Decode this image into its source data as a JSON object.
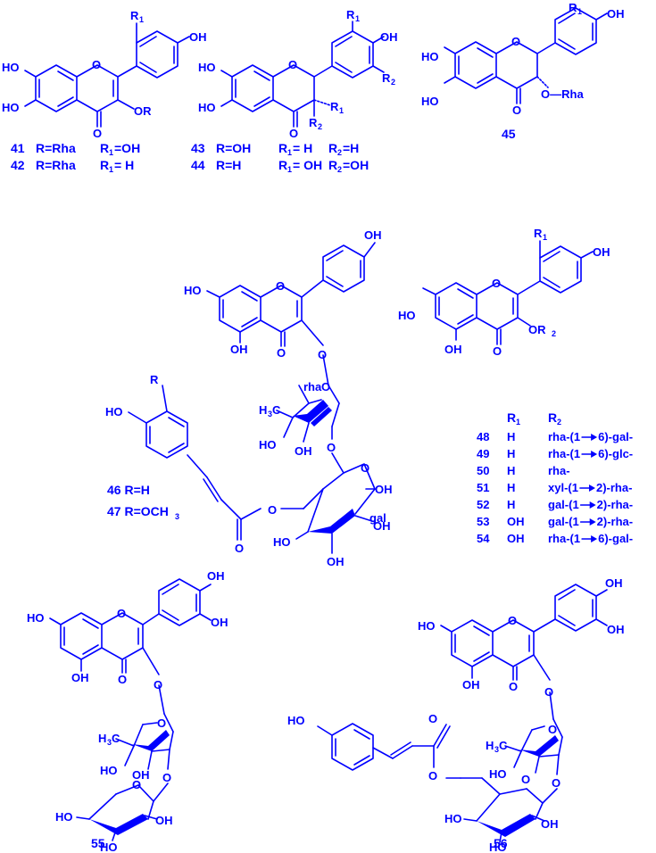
{
  "atoms": {
    "oh": "OH",
    "ho": "HO",
    "o": "O",
    "or": "OR",
    "or2": "OR",
    "r1": "R",
    "r2": "R",
    "r": "R",
    "one": "1",
    "two": "2",
    "three": "3",
    "h3c": "H",
    "c": "C",
    "ch3": "H",
    "o_rha": "O—Rha",
    "rha_label": "rha",
    "gal_label": "gal"
  },
  "compounds": {
    "c41": {
      "num": "41",
      "r": "R=Rha",
      "r1": "R",
      "r1v": "=OH"
    },
    "c42": {
      "num": "42",
      "r": "R=Rha",
      "r1": "R",
      "r1v": "= H"
    },
    "c43": {
      "num": "43",
      "r": "R=OH",
      "r1": "R",
      "r1v": "= H",
      "r2": "R",
      "r2v": "=H"
    },
    "c44": {
      "num": "44",
      "r": "R=H",
      "r1": "R",
      "r1v": "= OH",
      "r2": "R",
      "r2v": "=OH"
    },
    "c45": {
      "num": "45"
    },
    "c46": {
      "label": "46 R=H"
    },
    "c47": {
      "label": "47 R=OCH",
      "sub": "3"
    },
    "c55": {
      "num": "55"
    },
    "c56": {
      "num": "56"
    }
  },
  "table": {
    "h1": "R",
    "h2": "R",
    "rows": [
      {
        "num": "48",
        "r1": "H",
        "a": "rha-(1",
        "b": "6)-gal-"
      },
      {
        "num": "49",
        "r1": "H",
        "a": "rha-(1",
        "b": "6)-glc-"
      },
      {
        "num": "50",
        "r1": "H",
        "a": "rha-",
        "b": ""
      },
      {
        "num": "51",
        "r1": "H",
        "a": "xyl-(1",
        "b": "2)-rha-"
      },
      {
        "num": "52",
        "r1": "H",
        "a": "gal-(1",
        "b": "2)-rha-"
      },
      {
        "num": "53",
        "r1": "OH",
        "a": "gal-(1",
        "b": "2)-rha-"
      },
      {
        "num": "54",
        "r1": "OH",
        "a": "rha-(1",
        "b": "6)-gal-"
      }
    ]
  }
}
